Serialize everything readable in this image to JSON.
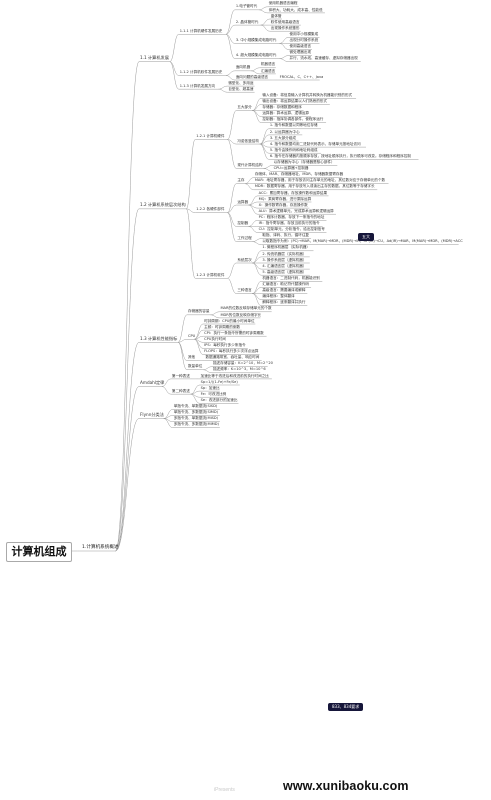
{
  "root": "计算机组成",
  "branches": [
    {
      "label": "1.计算机系统概述",
      "children": [
        {
          "label": "1.1 计算机发展",
          "children": [
            {
              "label": "1.1.1 计算机硬件发展历史",
              "children": [
                {
                  "label": "1.电子管时代",
                  "children": [
                    {
                      "label": "使用机器语言编程"
                    },
                    {
                      "label": "体积大、功耗大、成本高、性能低"
                    }
                  ]
                },
                {
                  "label": "2. 晶体管时代",
                  "children": [
                    {
                      "label": "晶体管"
                    },
                    {
                      "label": "软件使用高级语言"
                    },
                    {
                      "label": "出现操作系统雏形"
                    }
                  ]
                },
                {
                  "label": "3. 中小规模集成电路时代",
                  "children": [
                    {
                      "label": "使用中小规模集成"
                    },
                    {
                      "label": "出现分时操作系统"
                    },
                    {
                      "label": "使用高级语言"
                    }
                  ]
                },
                {
                  "label": "4. 超大规模集成电路时代",
                  "children": [
                    {
                      "label": "微处理器出现"
                    },
                    {
                      "label": "并行、流水线、高速缓存、虚拟存储器出现"
                    }
                  ]
                }
              ]
            },
            {
              "label": "1.1.2 计算机软件发展历史",
              "children": [
                {
                  "label": "面向机器",
                  "children": [
                    {
                      "label": "机器语言"
                    },
                    {
                      "label": "汇编语言"
                    }
                  ]
                },
                {
                  "label": "面向问题的高级语言",
                  "children": [
                    {
                      "label": "FROCAL、C、C++、Java"
                    }
                  ]
                }
              ]
            },
            {
              "label": "1.1.3 计算机发展方向",
              "children": [
                {
                  "label": "微型化、多用途"
                },
                {
                  "label": "巨型化、超高速"
                }
              ]
            }
          ]
        },
        {
          "label": "1.2 计算机系统层次结构",
          "children": [
            {
              "label": "1.2.1 计算机硬件",
              "children": [
                {
                  "label": "五大部分",
                  "children": [
                    {
                      "label": "输入设备：将信息输入计算机并转换为机器能识别的形式"
                    },
                    {
                      "label": "输出设备：将运算结果以人们熟悉的形式"
                    },
                    {
                      "label": "存储器：存储数据和程序"
                    },
                    {
                      "label": "运算器：算术运算、逻辑运算"
                    },
                    {
                      "label": "控制器：指挥协调各部件，使程序运行"
                    }
                  ]
                },
                {
                  "label": "冯诺依曼结构",
                  "children": [
                    {
                      "label": "1. 指令和数据以同等地位存储"
                    },
                    {
                      "label": "2. 以运算器为中心"
                    },
                    {
                      "label": "3. 五大部分组成"
                    },
                    {
                      "label": "4. 指令和数据均用二进制代码表示，存储单元按地址访问"
                    },
                    {
                      "label": "5. 指令由操作码和地址码组成"
                    },
                    {
                      "label": "6. 指令在存储器内按顺序存放，按地址顺序执行，执行顺序可改变。存储程序和程序控制"
                    }
                  ]
                },
                {
                  "label": "现代计算机结构",
                  "children": [
                    {
                      "label": "以存储器为中心（存储器是核心部件）"
                    },
                    {
                      "label": "CPU=运算器+控制器"
                    }
                  ]
                }
              ]
            },
            {
              "label": "1.2.2 各硬件部件",
              "children": [
                {
                  "label": "主存",
                  "children": [
                    {
                      "label": "存储体、MAR、存储器地址、MDR、存储器数据寄存器"
                    },
                    {
                      "label": "MAR：地址寄存器，用于存放访问主存单元的地址，其位数对应于存储单元的个数"
                    },
                    {
                      "label": "MDR：数据寄存器，用于存放写入或读出主存的数据，其位数等于存储字长"
                    }
                  ]
                },
                {
                  "label": "运算器",
                  "children": [
                    {
                      "label": "ACC：累加寄存器，存放操作数和运算结果"
                    },
                    {
                      "label": "MQ：乘商寄存器，进行乘除运算"
                    },
                    {
                      "label": "X：操作数寄存器，存放操作数"
                    },
                    {
                      "label": "ALU：算术逻辑单元，完成算术运算和逻辑运算"
                    }
                  ]
                },
                {
                  "label": "控制器",
                  "children": [
                    {
                      "label": "PC：程序计数器，存放下一条指令的地址"
                    },
                    {
                      "label": "IR：指令寄存器，存放当前执行的指令"
                    },
                    {
                      "label": "CU：控制单元，分析指令，给出控制信号"
                    }
                  ]
                },
                {
                  "label": "工作过程",
                  "children": [
                    {
                      "label": "取指、译码、执行，循环往复"
                    },
                    {
                      "label": "以取数指令为例：(PC)→MAR，M(MAR)→MDR，(MDR)→IR，OP(IR)→CU，Ad(IR)→MAR，M(MAR)→MDR，(MDR)→ACC"
                    }
                  ]
                }
              ]
            },
            {
              "label": "1.2.3 计算机软件",
              "children": [
                {
                  "label": "系统层次",
                  "children": [
                    {
                      "label": "1. 微程序机器层（实际机器）"
                    },
                    {
                      "label": "2. 传统机器层（实际机器）"
                    },
                    {
                      "label": "3. 操作系统层（虚拟机器）"
                    },
                    {
                      "label": "4. 汇编语言层（虚拟机器）"
                    },
                    {
                      "label": "5. 高级语言层（虚拟机器）"
                    }
                  ]
                },
                {
                  "label": "三种语言",
                  "children": [
                    {
                      "label": "机器语言：二进制代码，机器能识别"
                    },
                    {
                      "label": "汇编语言：助记符代替操作码"
                    },
                    {
                      "label": "高级语言：需要编译或解释"
                    },
                    {
                      "label": "编译程序：整体翻译"
                    },
                    {
                      "label": "解释程序：逐条翻译并执行"
                    }
                  ]
                }
              ]
            }
          ]
        },
        {
          "label": "1.3 计算机性能指标",
          "children": [
            {
              "label": "存储器的容量",
              "children": [
                {
                  "label": "MAR的位数反映存储单元的个数"
                },
                {
                  "label": "MDR的位数反映存储字长"
                }
              ]
            },
            {
              "label": "CPU",
              "children": [
                {
                  "label": "时钟周期：CPU的最小时间单位"
                },
                {
                  "label": "主频：时钟周期的倒数"
                },
                {
                  "label": "CPI：执行一条指令所需的时钟周期数"
                },
                {
                  "label": "CPU执行时间"
                },
                {
                  "label": "IPS：每秒执行多少条指令"
                },
                {
                  "label": "FLOPS：每秒执行多少次浮点运算"
                }
              ]
            },
            {
              "label": "其他",
              "children": [
                {
                  "label": "数据通路带宽、吞吐量、响应时间"
                }
              ]
            },
            {
              "label": "数量单位",
              "children": [
                {
                  "label": "描述存储容量：K=2^10，M=2^20"
                },
                {
                  "label": "描述频率：K=10^3，M=10^6"
                }
              ]
            }
          ]
        },
        {
          "label": "Amdahl定律",
          "children": [
            {
              "label": "第一种表述",
              "children": [
                {
                  "label": "加速比等于改进后和改进前的执行时间之比"
                }
              ]
            },
            {
              "label": "第二种表述",
              "children": [
                {
                  "label": "Sp=1/((1-Fe)+Fe/Se)"
                },
                {
                  "label": "Sp：加速比"
                },
                {
                  "label": "Fe：可改进比例"
                },
                {
                  "label": "Se：改进部分的加速比"
                }
              ]
            }
          ]
        },
        {
          "label": "Flynn分类法",
          "children": [
            {
              "label": "单指令流、单数据流(SISD)"
            },
            {
              "label": "单指令流、多数据流(SIMD)"
            },
            {
              "label": "多指令流、单数据流(MISD)"
            },
            {
              "label": "多指令流、多数据流(MIMD)"
            }
          ]
        }
      ]
    }
  ],
  "tags": {
    "five_parts": "五大",
    "amdahl": "833、834要求"
  },
  "watermark": {
    "small": "iPresents",
    "big": "www.xunibaoku.com"
  },
  "colors": {
    "link": "#9a9a9a",
    "tag_bg": "#16163a",
    "tag_fg": "#ffffff"
  }
}
